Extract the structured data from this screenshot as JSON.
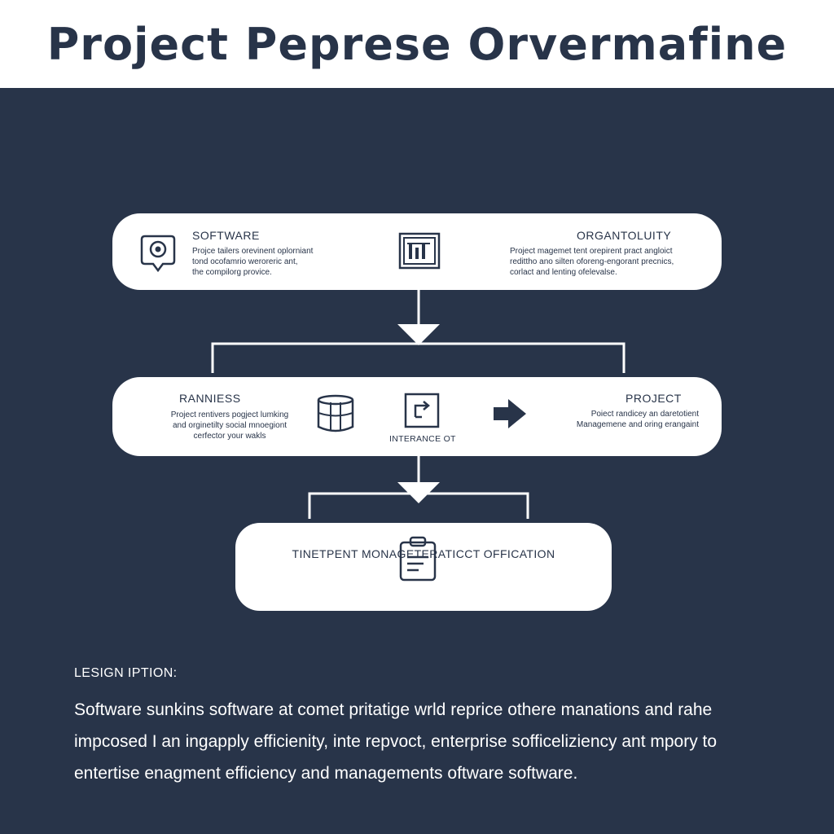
{
  "header": {
    "title": "Project Peprese Orvermafine"
  },
  "row1": {
    "left": {
      "title": "SOFTWARE",
      "desc": [
        "Projce tailers orevinent oplorniant",
        "tond ocofamrio weroreric ant,",
        "the compilorg provice."
      ],
      "icon": "location-pin-icon"
    },
    "center": {
      "icon": "chart-board-icon"
    },
    "right": {
      "title": "ORGANTOLUITY",
      "desc": [
        "Project magemet tent orepirent pract angloict",
        "redittho ano silten oforeng-engorant precnics,",
        "corlact and lenting ofelevalse."
      ]
    }
  },
  "row2": {
    "left": {
      "title": "RANNIESS",
      "desc": [
        "Project rentivers pogject lumking",
        "and orginetilty social mnoegiont",
        "cerfector your wakls"
      ]
    },
    "icons": {
      "database": "database-icon",
      "interface": "interface-icon",
      "arrow": "arrow-right-icon"
    },
    "interface_caption": "INTERANCE OT",
    "right": {
      "title": "PROJECT",
      "desc": [
        "Poiect randicey an daretotient",
        "Managemene and oring erangaint"
      ]
    }
  },
  "row3": {
    "title": "TINETPENT MONAGETERATICCT OFFICATION",
    "icon": "clipboard-icon"
  },
  "description": {
    "label": "LESIGN IPTION:",
    "lines": [
      "Software sunkins software at comet pritatige wrld reprice othere manations and rahe",
      "impcosed I an ingapply efficienity, inte repvoct, enterprise sofficeliziency ant mpory to",
      "entertise enagment efficiency and managements oftware software."
    ]
  },
  "colors": {
    "background": "#283449",
    "card": "#ffffff",
    "ink": "#283449"
  }
}
